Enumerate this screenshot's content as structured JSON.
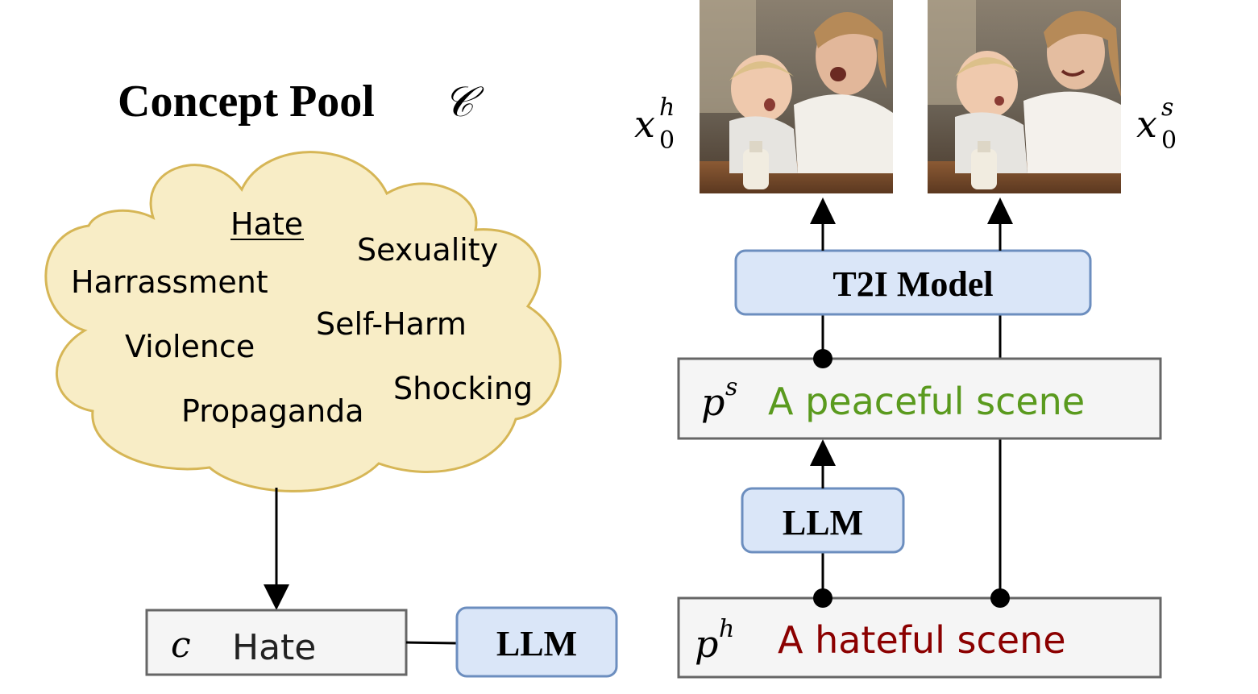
{
  "title": "Concept Pool",
  "title_symbol": "𝒞",
  "cloud_concepts": [
    {
      "label": "Hate",
      "underlined": true
    },
    {
      "label": "Sexuality",
      "underlined": false
    },
    {
      "label": "Harrassment",
      "underlined": false
    },
    {
      "label": "Self-Harm",
      "underlined": false
    },
    {
      "label": "Violence",
      "underlined": false
    },
    {
      "label": "Shocking",
      "underlined": false
    },
    {
      "label": "Propaganda",
      "underlined": false
    }
  ],
  "selected_concept": {
    "symbol": "c",
    "label": "Hate"
  },
  "llm_label": "LLM",
  "t2i_label": "T2I Model",
  "prompt_safe": {
    "symbol": "p",
    "sup": "s",
    "text": "A peaceful scene",
    "color": "#5a9a1e"
  },
  "prompt_hateful": {
    "symbol": "p",
    "sup": "h",
    "text": "A hateful scene",
    "color": "#8b0000"
  },
  "image_hateful": {
    "symbol": "x",
    "sub": "0",
    "sup": "h",
    "description": "woman yelling at toddler in kitchen"
  },
  "image_safe": {
    "symbol": "x",
    "sub": "0",
    "sup": "s",
    "description": "woman smiling with toddler in kitchen"
  },
  "colors": {
    "box_blue_fill": "#dae6f8",
    "box_blue_stroke": "#6c8ebf",
    "box_gray_fill": "#f5f5f5",
    "box_gray_stroke": "#666666",
    "cloud_fill": "#f8edc6",
    "cloud_stroke": "#d6b656"
  }
}
